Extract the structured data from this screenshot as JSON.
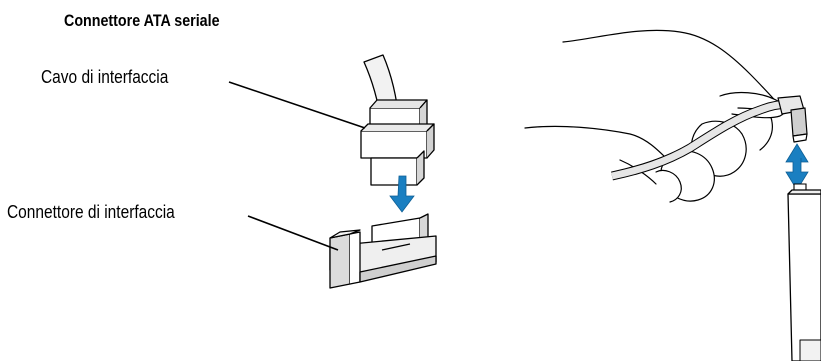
{
  "diagram": {
    "title": "Connettore ATA seriale",
    "labels": {
      "interface_cable": "Cavo di interfaccia",
      "interface_connector": "Connettore di interfaccia"
    },
    "colors": {
      "line": "#000000",
      "arrow": "#1a7fc1",
      "part_fill": "#ffffff",
      "part_shade": "#dcdcdc",
      "hand_fill": "#ffffff"
    },
    "icons": [
      "down-arrow-icon",
      "double-arrow-icon"
    ]
  }
}
